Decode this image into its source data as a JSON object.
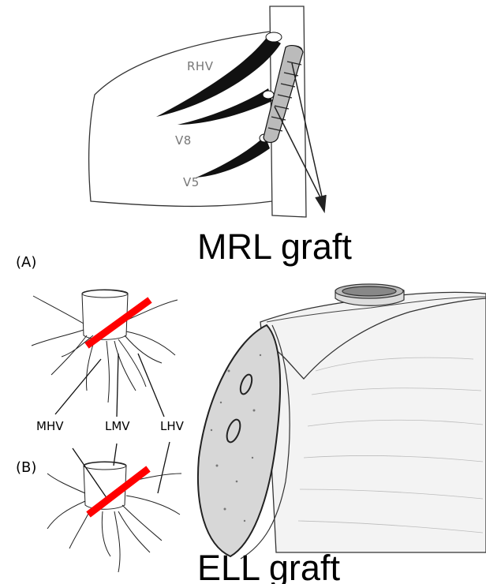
{
  "top_figure": {
    "labels": {
      "rhv": "RHV",
      "v8": "V8",
      "v5": "V5"
    },
    "caption": "MRL graft"
  },
  "left_figure": {
    "panel_a": "(A)",
    "panel_b": "(B)",
    "vein_labels": {
      "mhv": "MHV",
      "lmv": "LMV",
      "lhv": "LHV"
    },
    "cut_color": "#ff0000"
  },
  "right_figure": {
    "caption": "ELL graft"
  }
}
